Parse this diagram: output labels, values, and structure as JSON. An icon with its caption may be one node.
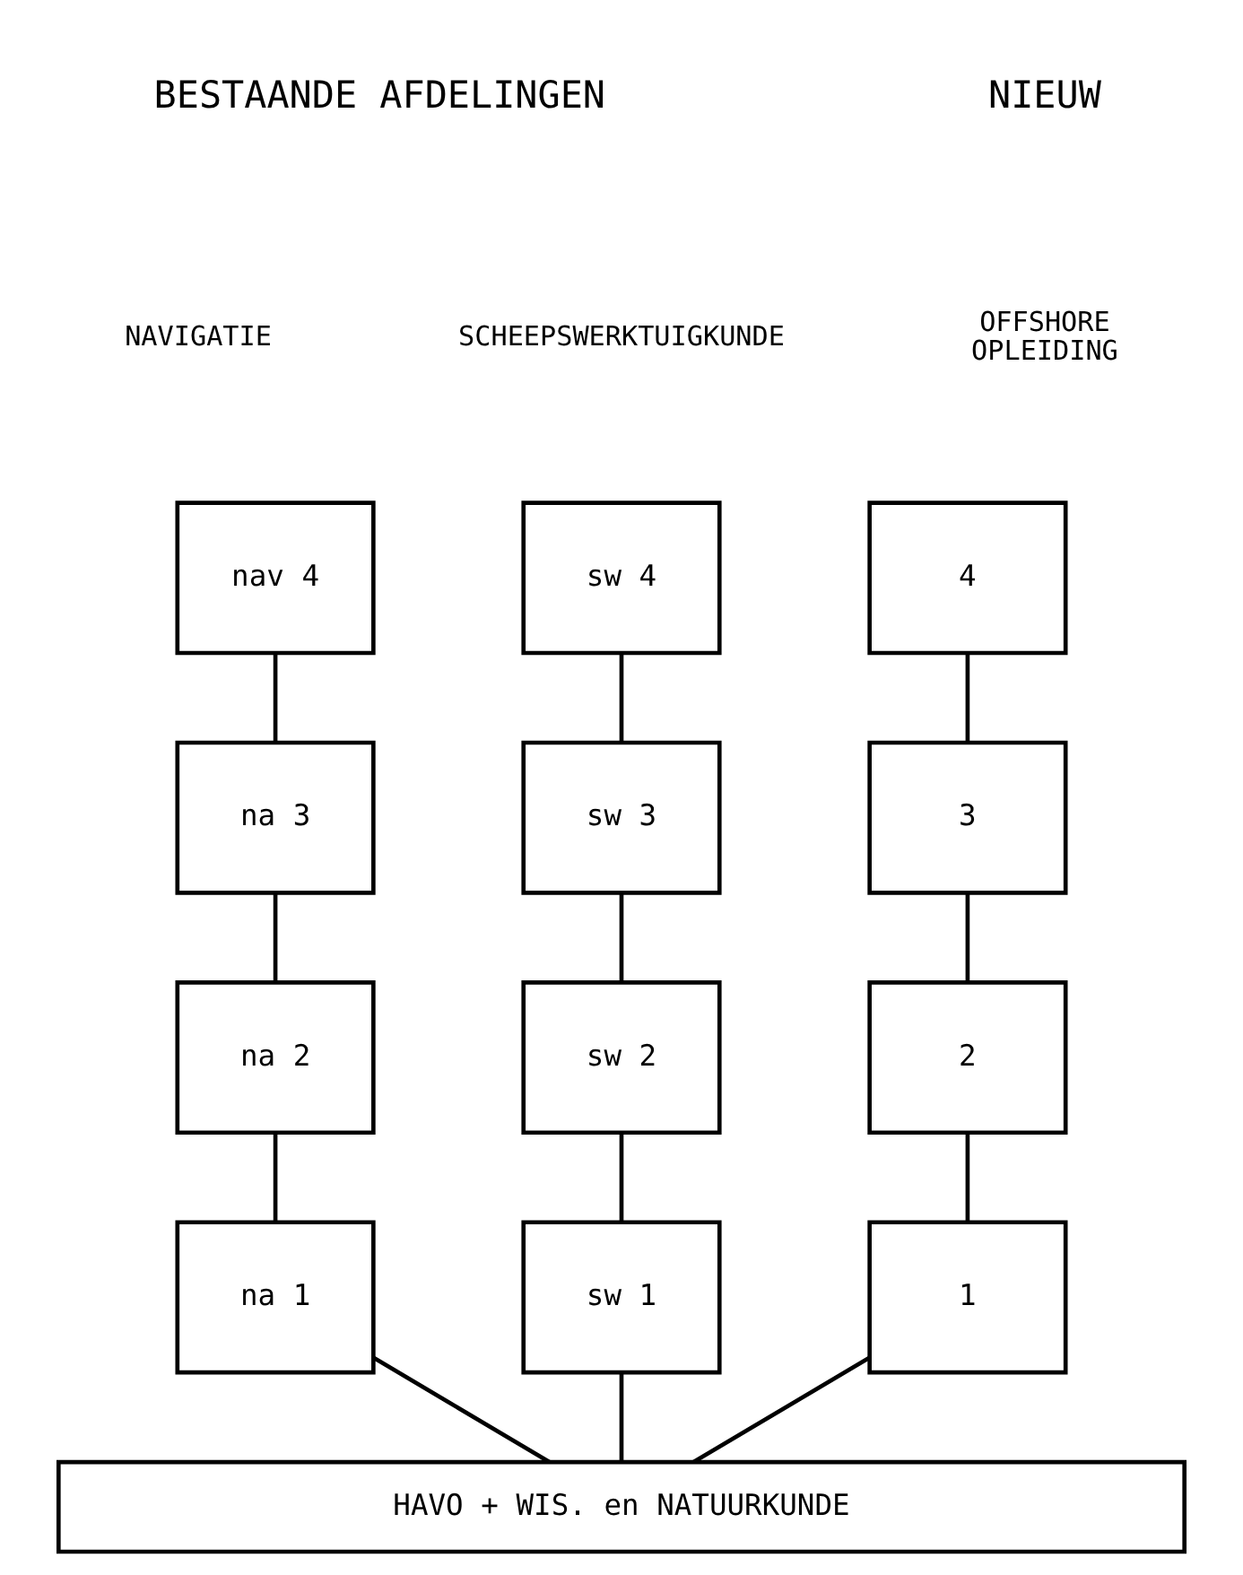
{
  "diagram": {
    "nodes": [
      {
        "text": [
          "nav 4"
        ]
      },
      {
        "text": [
          "sw 4"
        ]
      },
      {
        "text": [
          "4"
        ]
      },
      {
        "text": [
          "na 3"
        ]
      },
      {
        "text": [
          "sw 3"
        ]
      },
      {
        "text": [
          "3"
        ]
      },
      {
        "text": [
          "na 2"
        ]
      },
      {
        "text": [
          "sw 2"
        ]
      },
      {
        "text": [
          "2"
        ]
      },
      {
        "text": [
          "na 1"
        ]
      },
      {
        "text": [
          "sw 1"
        ]
      },
      {
        "text": [
          "1"
        ]
      },
      {
        "text": [
          "HAVO + WIS. en NATUURKUNDE"
        ]
      }
    ],
    "edges": [
      {
        "from": 0,
        "to": 3,
        "arrow": "none"
      },
      {
        "from": 3,
        "to": 6,
        "arrow": "none"
      },
      {
        "from": 6,
        "to": 9,
        "arrow": "none"
      },
      {
        "from": 9,
        "to": 12,
        "arrow": "none"
      },
      {
        "from": 1,
        "to": 4,
        "arrow": "none"
      },
      {
        "from": 4,
        "to": 7,
        "arrow": "none"
      },
      {
        "from": 7,
        "to": 10,
        "arrow": "none"
      },
      {
        "from": 10,
        "to": 12,
        "arrow": "none"
      },
      {
        "from": 2,
        "to": 5,
        "arrow": "none"
      },
      {
        "from": 5,
        "to": 8,
        "arrow": "none"
      },
      {
        "from": 8,
        "to": 11,
        "arrow": "none"
      },
      {
        "from": 11,
        "to": 12,
        "arrow": "none"
      }
    ],
    "labels": [
      "BESTAANDE AFDELINGEN",
      "NIEUW",
      "NAVIGATIE",
      "SCHEEPSWERKTUIGKUNDE",
      "OFFSHORE OPLEIDING"
    ]
  }
}
